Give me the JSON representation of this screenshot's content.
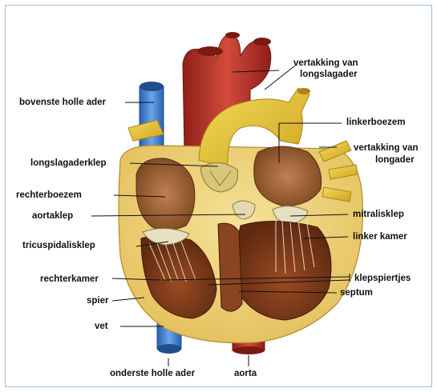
{
  "labels": {
    "vertakking_longslagader_1": "vertakking van",
    "vertakking_longslagader_2": "longslagader",
    "bovenste_holle_ader": "bovenste holle ader",
    "linkerboezem": "linkerboezem",
    "vertakking_longader_1": "vertakking van",
    "vertakking_longader_2": "longader",
    "longslagaderklep": "longslagaderklep",
    "rechterboezem": "rechterboezem",
    "aortaklep": "aortaklep",
    "mitralisklep": "mitralisklep",
    "tricuspidalisklep": "tricuspidalisklep",
    "linker_kamer": "linker kamer",
    "rechterkamer": "rechterkamer",
    "klepspiertjes": "klepspiertjes",
    "spier": "spier",
    "septum": "septum",
    "vet": "vet",
    "onderste_holle_ader": "onderste holle ader",
    "aorta": "aorta"
  },
  "colors": {
    "frame_border": "#9dbbe0",
    "vena_cava": "#3f7fd0",
    "aorta": "#b8322a",
    "pulmonary_artery": "#e5c233",
    "fat": "#efd27a",
    "muscle": "#7a3a1c",
    "atrium": "#a56a3a",
    "label_line": "#111111"
  }
}
